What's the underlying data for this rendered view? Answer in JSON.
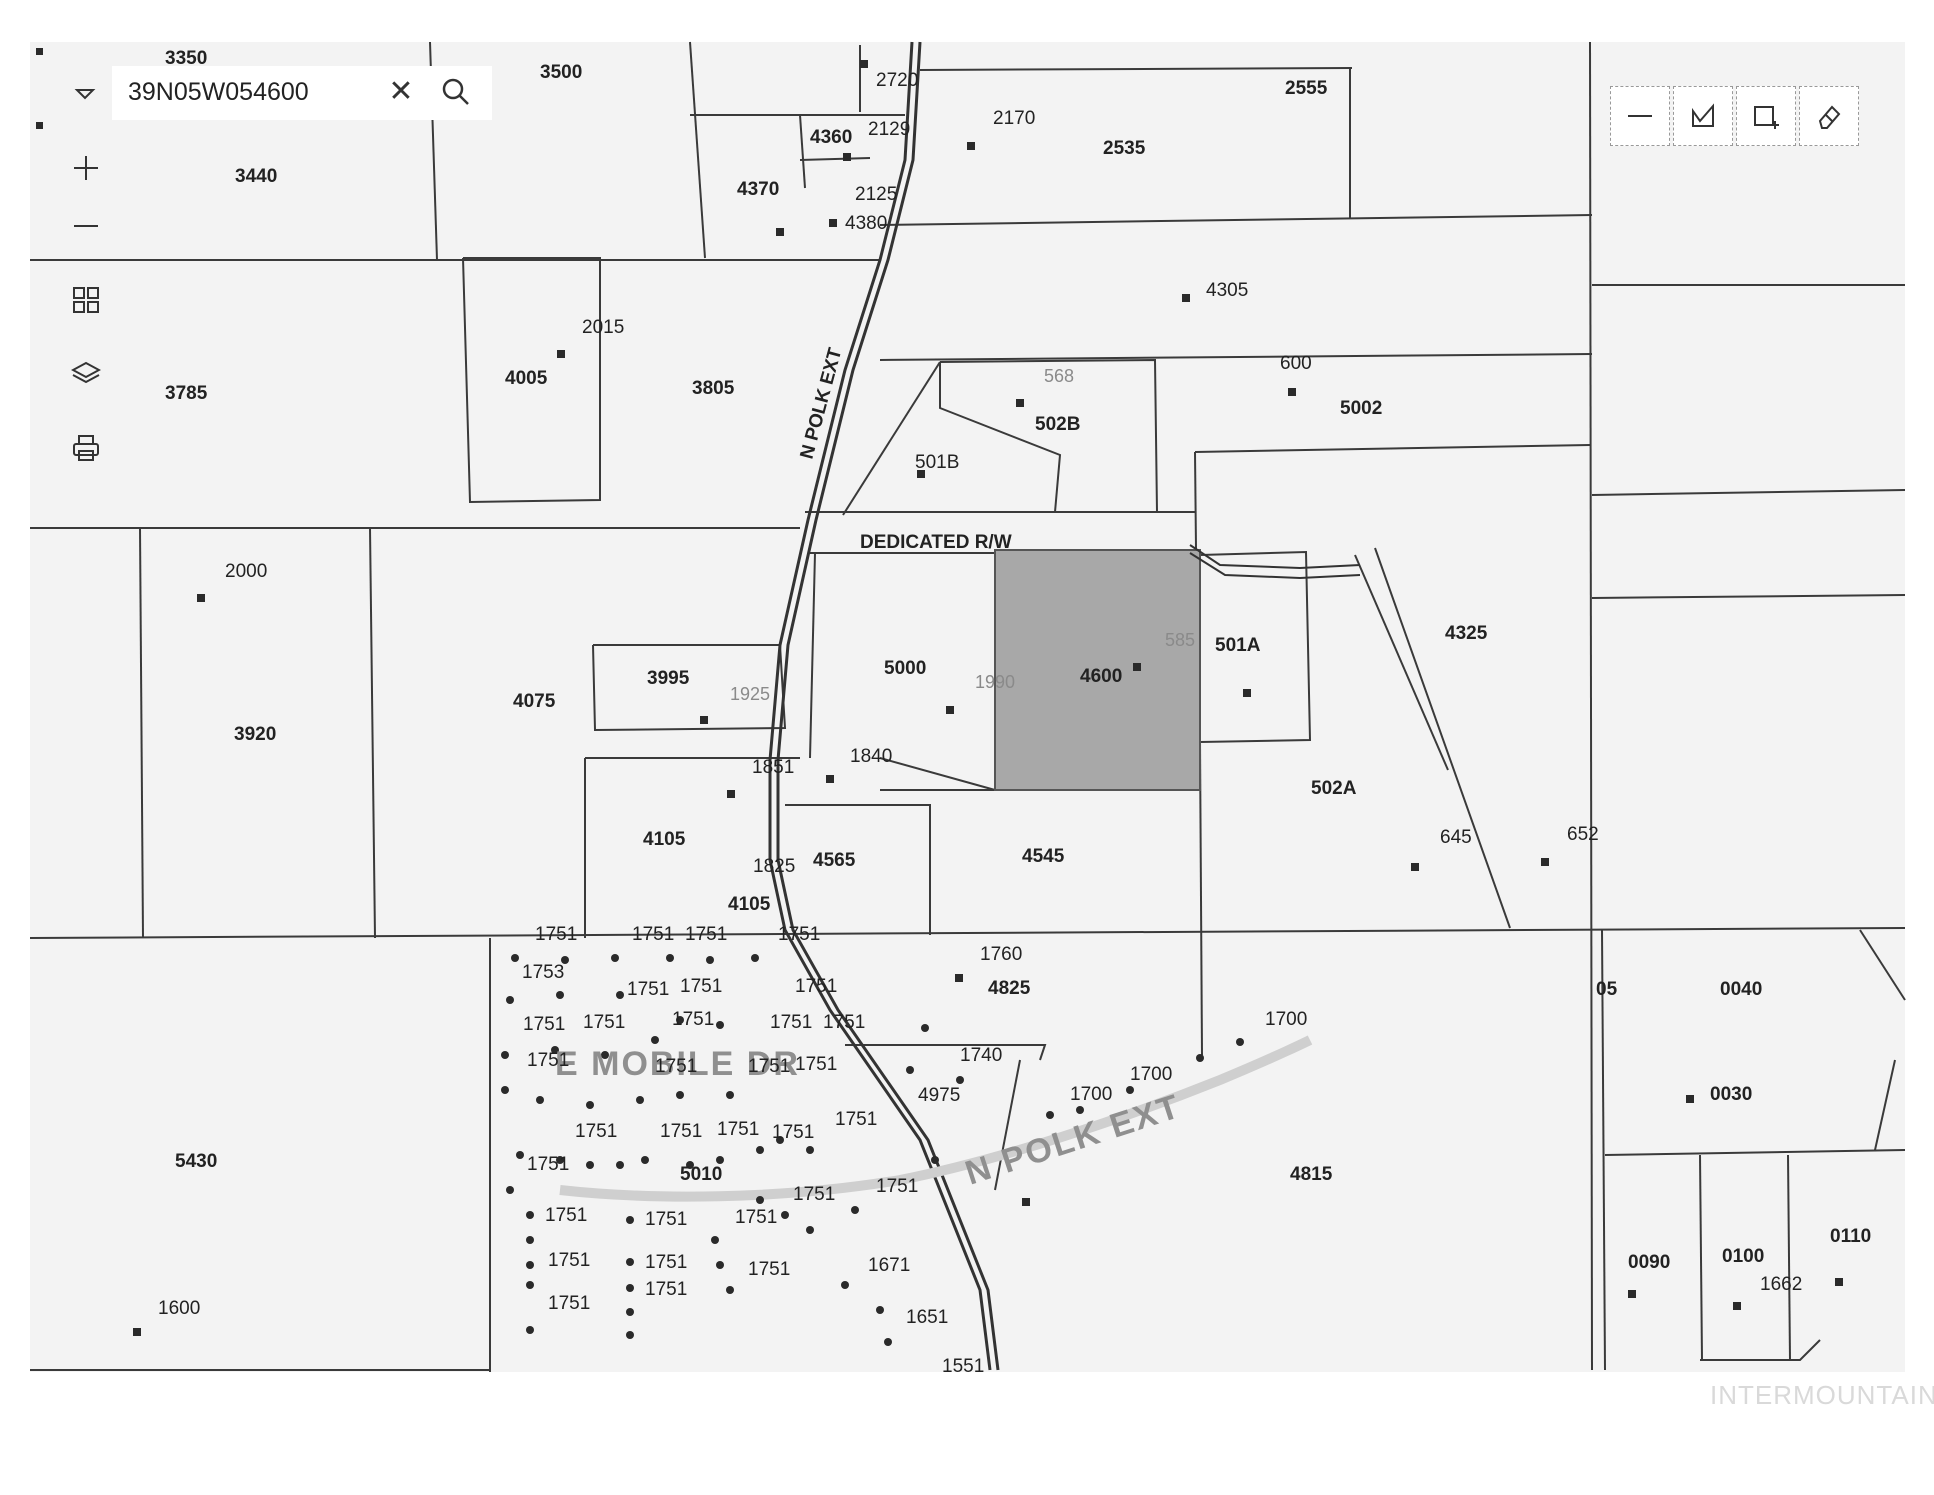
{
  "search": {
    "value": "39N05W054600"
  },
  "map": {
    "parcel_labels": [
      "3500",
      "2720",
      "2555",
      "4360",
      "2129",
      "2170",
      "2535",
      "3440",
      "4370",
      "2125",
      "4380",
      "4305",
      "2015",
      "4005",
      "3805",
      "568",
      "600",
      "5002",
      "502B",
      "3785",
      "501B",
      "DEDICATED R/W",
      "2000",
      "3995",
      "1925",
      "5000",
      "1990",
      "4600",
      "585",
      "501A",
      "4325",
      "4075",
      "3920",
      "1851",
      "1840",
      "502A",
      "4105",
      "1825",
      "4565",
      "4545",
      "645",
      "652",
      "4105",
      "1760",
      "4825",
      "05",
      "0040",
      "1700",
      "1740",
      "1700",
      "1700",
      "4975",
      "0030",
      "5430",
      "5010",
      "4815",
      "0110",
      "0100",
      "0090",
      "1662",
      "1671",
      "1651",
      "1600",
      "1751"
    ],
    "road_labels": [
      "N POLK EXT",
      "N POLK EXT",
      "E MOBILE DR"
    ],
    "highlighted_parcel": "4600",
    "partial_labels": [
      "3350",
      "1551",
      "1753"
    ]
  },
  "watermark": "INTERMOUNTAIN",
  "colors": {
    "highlight": "#a8a8a8",
    "line": "#3a3a3a",
    "background": "#ffffff",
    "paper": "#f2f2f2"
  },
  "icons": [
    "dropdown-icon",
    "close-icon",
    "search-icon",
    "zoom-in-icon",
    "zoom-out-icon",
    "basemap-grid-icon",
    "layers-icon",
    "print-icon",
    "draw-line-icon",
    "draw-polygon-icon",
    "draw-rectangle-icon",
    "eraser-icon"
  ]
}
